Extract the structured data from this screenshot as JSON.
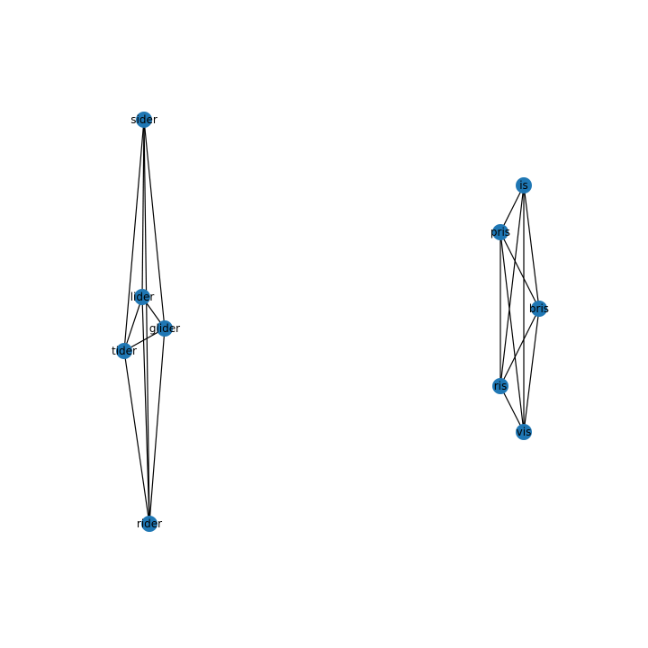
{
  "graph": {
    "node_color": "#1f77b4",
    "edge_color": "#000000",
    "nodes": [
      {
        "id": "sider",
        "label": "sider"
      },
      {
        "id": "lider",
        "label": "lider"
      },
      {
        "id": "glider",
        "label": "glider"
      },
      {
        "id": "tider",
        "label": "tider"
      },
      {
        "id": "rider",
        "label": "rider"
      },
      {
        "id": "is",
        "label": "is"
      },
      {
        "id": "pris",
        "label": "pris"
      },
      {
        "id": "bris",
        "label": "bris"
      },
      {
        "id": "ris",
        "label": "ris"
      },
      {
        "id": "vis",
        "label": "vis"
      }
    ],
    "edges": [
      [
        "sider",
        "lider"
      ],
      [
        "sider",
        "glider"
      ],
      [
        "sider",
        "tider"
      ],
      [
        "sider",
        "rider"
      ],
      [
        "lider",
        "glider"
      ],
      [
        "lider",
        "tider"
      ],
      [
        "lider",
        "rider"
      ],
      [
        "glider",
        "tider"
      ],
      [
        "glider",
        "rider"
      ],
      [
        "tider",
        "rider"
      ],
      [
        "is",
        "pris"
      ],
      [
        "is",
        "bris"
      ],
      [
        "is",
        "ris"
      ],
      [
        "is",
        "vis"
      ],
      [
        "pris",
        "bris"
      ],
      [
        "pris",
        "ris"
      ],
      [
        "pris",
        "vis"
      ],
      [
        "bris",
        "ris"
      ],
      [
        "bris",
        "vis"
      ],
      [
        "ris",
        "vis"
      ]
    ]
  }
}
